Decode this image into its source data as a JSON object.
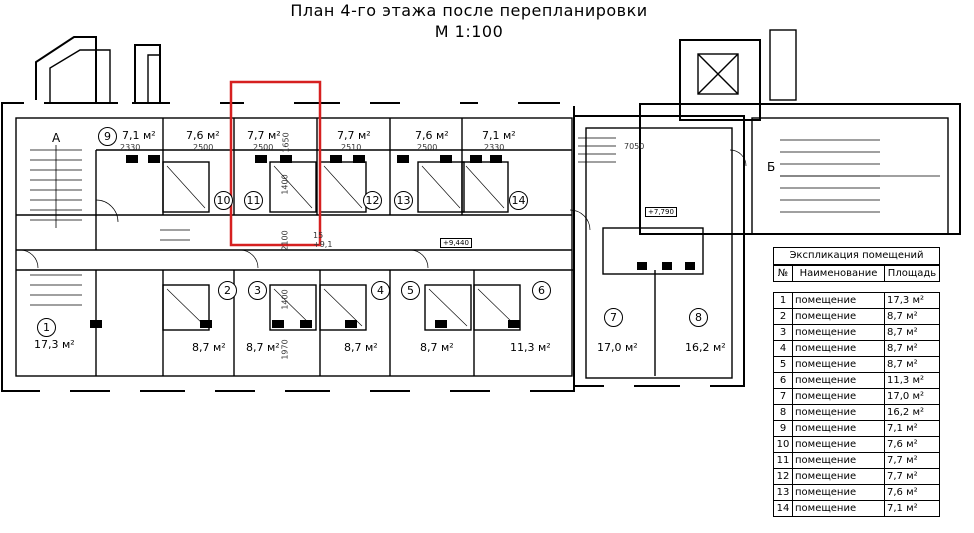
{
  "title_line1": "План 4-го этажа после перепланировки",
  "title_line2": "М 1:100",
  "section_a": "А",
  "section_b": "Б",
  "legend": {
    "caption": "Экспликация помещений",
    "headers": [
      "№",
      "Наименование",
      "Площадь"
    ],
    "rows": [
      {
        "n": "1",
        "name": "помещение",
        "area": "17,3 м²"
      },
      {
        "n": "2",
        "name": "помещение",
        "area": "8,7 м²"
      },
      {
        "n": "3",
        "name": "помещение",
        "area": "8,7 м²"
      },
      {
        "n": "4",
        "name": "помещение",
        "area": "8,7 м²"
      },
      {
        "n": "5",
        "name": "помещение",
        "area": "8,7 м²"
      },
      {
        "n": "6",
        "name": "помещение",
        "area": "11,3 м²"
      },
      {
        "n": "7",
        "name": "помещение",
        "area": "17,0 м²"
      },
      {
        "n": "8",
        "name": "помещение",
        "area": "16,2 м²"
      },
      {
        "n": "9",
        "name": "помещение",
        "area": "7,1 м²"
      },
      {
        "n": "10",
        "name": "помещение",
        "area": "7,6 м²"
      },
      {
        "n": "11",
        "name": "помещение",
        "area": "7,7 м²"
      },
      {
        "n": "12",
        "name": "помещение",
        "area": "7,7 м²"
      },
      {
        "n": "13",
        "name": "помещение",
        "area": "7,6 м²"
      },
      {
        "n": "14",
        "name": "помещение",
        "area": "7,1 м²"
      }
    ]
  },
  "room_numbers": [
    "1",
    "2",
    "3",
    "4",
    "5",
    "6",
    "7",
    "8",
    "9",
    "10",
    "11",
    "12",
    "13",
    "14"
  ],
  "room_areas": {
    "r1": "17,3 м²",
    "r2": "8,7 м²",
    "r3": "8,7 м²",
    "r4": "8,7 м²",
    "r5": "8,7 м²",
    "r6": "11,3 м²",
    "r7": "17,0 м²",
    "r8": "16,2 м²",
    "r9": "7,1 м²",
    "r10": "7,6 м²",
    "r11": "7,7 м²",
    "r12": "7,7 м²",
    "r13": "7,6 м²",
    "r14": "7,1 м²"
  },
  "dims": {
    "d1": "2330",
    "d2": "2500",
    "d3": "2500",
    "d4": "2510",
    "d5": "2500",
    "d6": "2330",
    "d7": "1650",
    "d8": "1400",
    "d9": "2100",
    "d10": "1400",
    "d11": "1970",
    "d12": "7050",
    "d13": "15",
    "d14": "+9,1"
  },
  "levels": {
    "l1": "+9,440",
    "l2": "+7,790"
  },
  "highlight_color": "#d62020"
}
